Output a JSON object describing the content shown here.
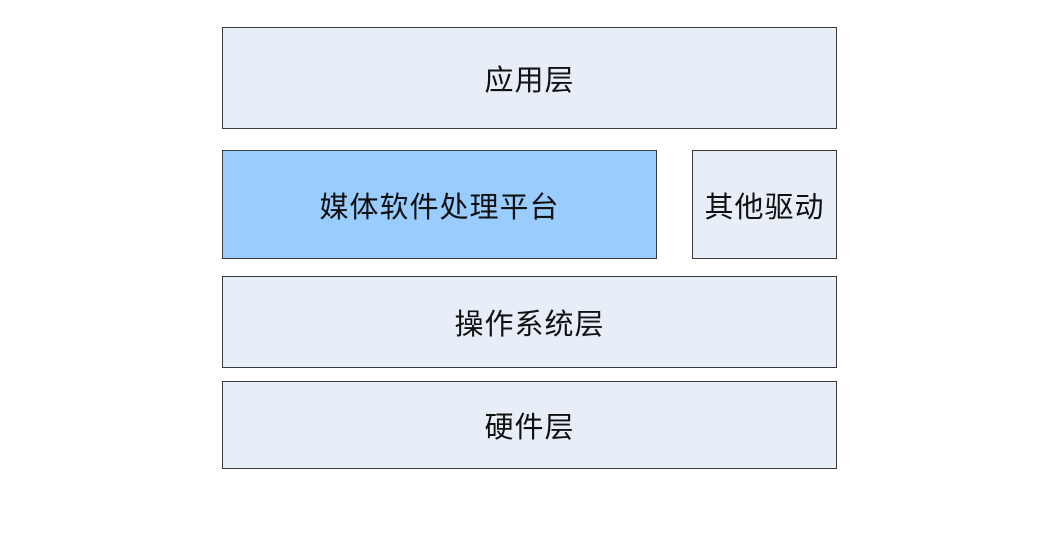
{
  "colors": {
    "layer_fill": "#e8eef8",
    "highlight_fill": "#99ccff",
    "border": "#3a3a3a"
  },
  "layers": {
    "application": {
      "label": "应用层"
    },
    "media_platform": {
      "label": "媒体软件处理平台"
    },
    "other_drivers": {
      "label": "其他驱动"
    },
    "operating_system": {
      "label": "操作系统层"
    },
    "hardware": {
      "label": "硬件层"
    }
  }
}
